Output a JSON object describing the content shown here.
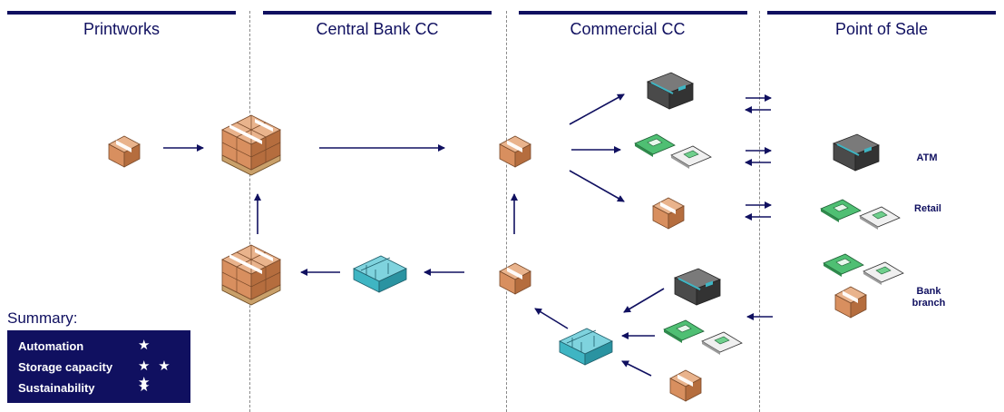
{
  "columns": [
    {
      "title": "Printworks"
    },
    {
      "title": "Central Bank CC"
    },
    {
      "title": "Commercial CC"
    },
    {
      "title": "Point of Sale"
    }
  ],
  "pos_labels": {
    "atm": "ATM",
    "retail": "Retail",
    "bank_branch": "Bank\nbranch"
  },
  "summary": {
    "title": "Summary:",
    "rows": [
      {
        "label": "Automation",
        "stars": "★"
      },
      {
        "label": "Storage capacity",
        "stars": "★ ★ ★"
      },
      {
        "label": "Sustainability",
        "stars": "★"
      }
    ]
  },
  "colors": {
    "navy": "#101060",
    "box": "#d88f5f",
    "box_dark": "#b56d3e",
    "box_top": "#e9b38c",
    "atm": "#4a4a4a",
    "teal": "#3fb5c3",
    "green_bag": "#4fbf73"
  },
  "icons": [
    "cardboard-box-icon",
    "pallet-icon",
    "atm-icon",
    "cash-bag-icon",
    "crate-icon"
  ]
}
